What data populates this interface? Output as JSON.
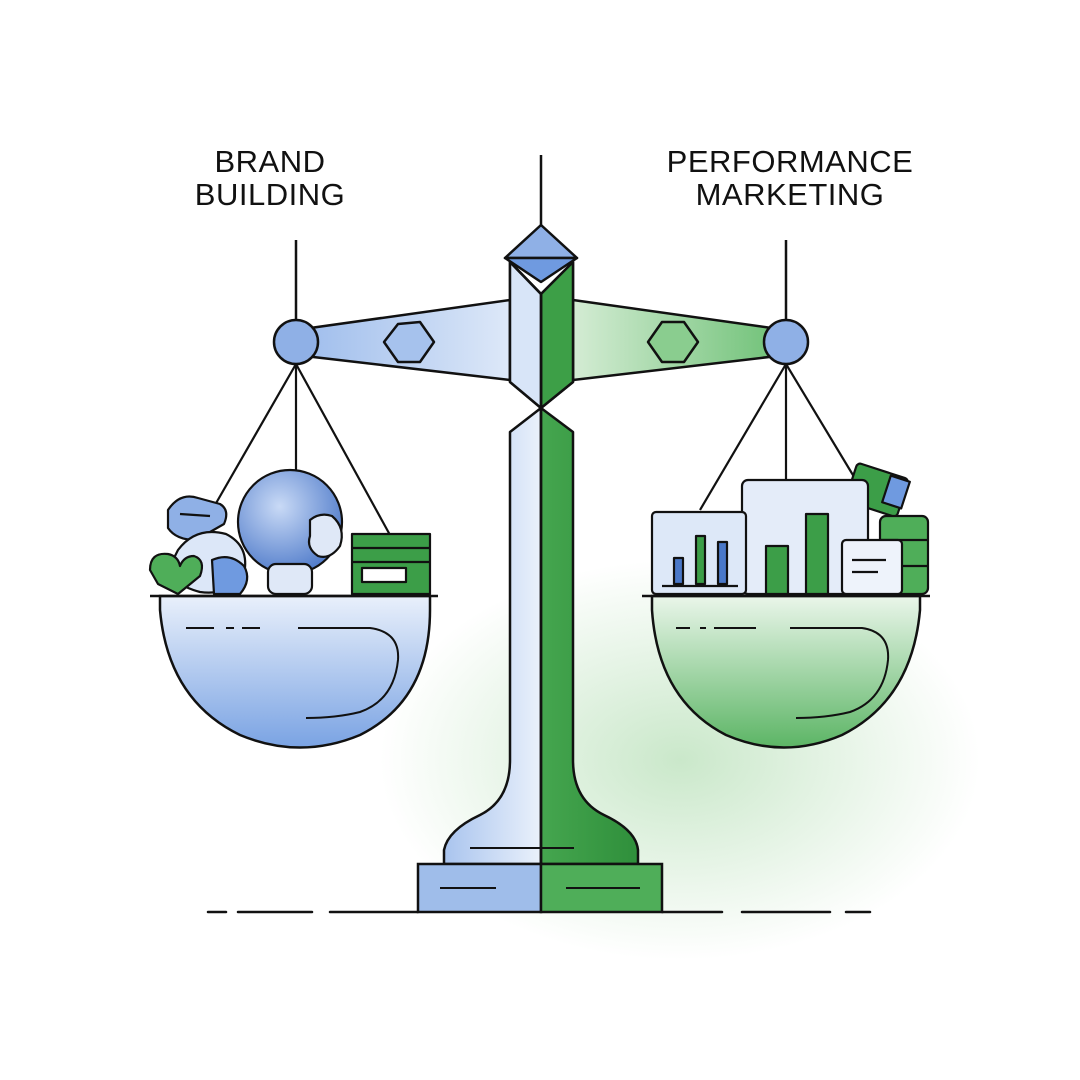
{
  "labels": {
    "left": {
      "line1": "BRAND",
      "line2": "BUILDING"
    },
    "right": {
      "line1": "PERFORMANCE",
      "line2": "MARKETING"
    }
  },
  "colors": {
    "blue": "#6f9ae0",
    "blue_light": "#cfdff6",
    "green": "#3c9e48",
    "green_light": "#cfe9cf",
    "ink": "#111111"
  },
  "icons": {
    "left_pan": [
      "handshake-icon",
      "globe-icon",
      "heart-icon",
      "speech-bubble-icon",
      "thumbs-up-icon",
      "money-stack-icon"
    ],
    "right_pan": [
      "bar-chart-icon",
      "report-card-icon",
      "cash-stack-icon",
      "calculator-icon"
    ]
  }
}
